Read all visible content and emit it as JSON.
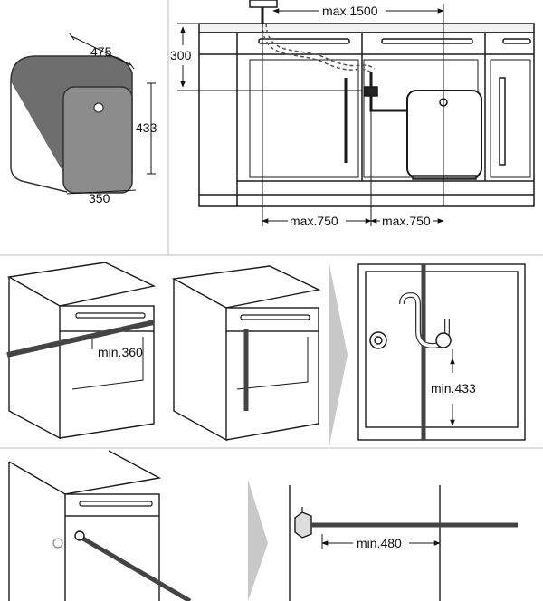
{
  "unit_dims": {
    "depth": "475",
    "height": "433",
    "width": "350"
  },
  "kitchen": {
    "max_pipe": "max.1500",
    "height_300": "300",
    "max_750_left": "max.750",
    "max_750_right": "max.750"
  },
  "step1": {
    "min_360": "min.360"
  },
  "step3": {
    "min_433": "min.433"
  },
  "step5": {
    "min_480": "min.480"
  },
  "colors": {
    "line": "#1a1a1a",
    "unit_gray": "#8c8c8c",
    "unit_dark": "#6e6e6e",
    "arrow_gray": "#c8c8c8",
    "pipe": "#555555",
    "divider": "#bdbdbd"
  }
}
